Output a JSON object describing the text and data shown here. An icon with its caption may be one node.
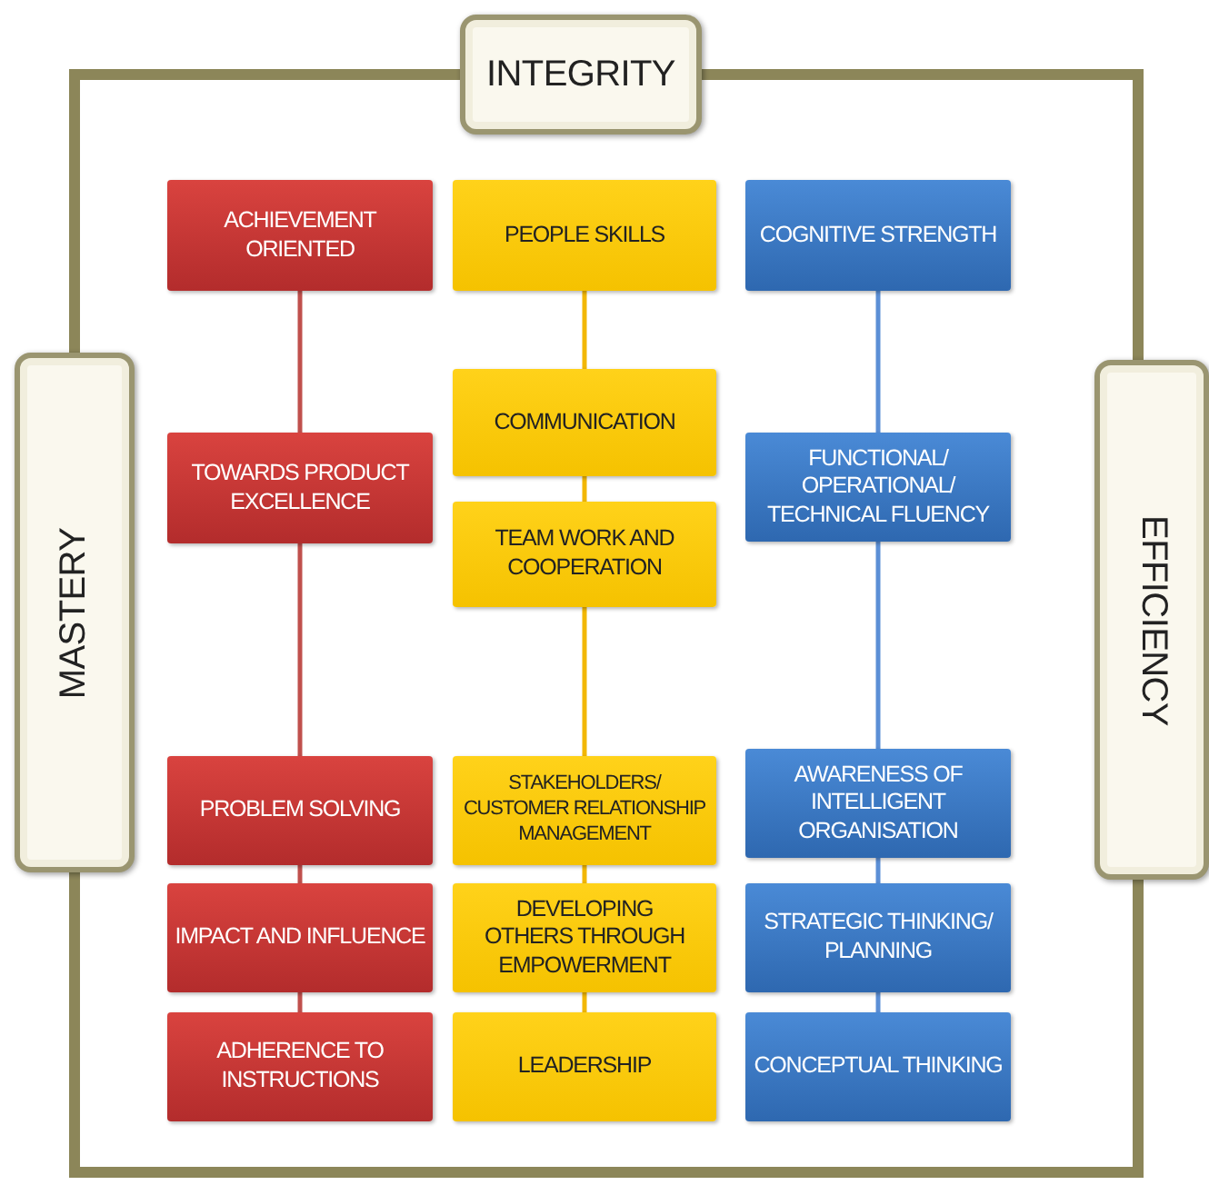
{
  "diagram": {
    "nodes": [
      {
        "text": [
          "INTEGRITY"
        ]
      },
      {
        "text": [
          "MASTERY"
        ]
      },
      {
        "text": [
          "EFFICIENCY"
        ]
      },
      {
        "text": [
          "ACHIEVEMENT ORIENTED"
        ]
      },
      {
        "text": [
          "PEOPLE SKILLS"
        ]
      },
      {
        "text": [
          "COGNITIVE STRENGTH"
        ]
      },
      {
        "text": [
          "COMMUNICATION"
        ]
      },
      {
        "text": [
          "TOWARDS PRODUCT EXCELLENCE"
        ]
      },
      {
        "text": [
          "FUNCTIONAL/ OPERATIONAL/ TECHNICAL FLUENCY"
        ]
      },
      {
        "text": [
          "TEAM WORK AND COOPERATION"
        ]
      },
      {
        "text": [
          "PROBLEM SOLVING"
        ]
      },
      {
        "text": [
          "STAKEHOLDERS/ CUSTOMER RELATIONSHIP MANAGEMENT"
        ]
      },
      {
        "text": [
          "AWARENESS OF INTELLIGENT ORGANISATION"
        ]
      },
      {
        "text": [
          "IMPACT AND INFLUENCE"
        ]
      },
      {
        "text": [
          "DEVELOPING OTHERS THROUGH EMPOWERMENT"
        ]
      },
      {
        "text": [
          "STRATEGIC THINKING/ PLANNING"
        ]
      },
      {
        "text": [
          "ADHERENCE TO INSTRUCTIONS"
        ]
      },
      {
        "text": [
          "LEADERSHIP"
        ]
      },
      {
        "text": [
          "CONCEPTUAL THINKING"
        ]
      }
    ],
    "edges": [
      {
        "from": 3,
        "to": 7,
        "arrow": "none",
        "color": "#c0504d"
      },
      {
        "from": 7,
        "to": 10,
        "arrow": "none",
        "color": "#c0504d"
      },
      {
        "from": 10,
        "to": 13,
        "arrow": "none",
        "color": "#c0504d"
      },
      {
        "from": 13,
        "to": 16,
        "arrow": "none",
        "color": "#c0504d"
      },
      {
        "from": 4,
        "to": 6,
        "arrow": "none",
        "color": "#f2b705"
      },
      {
        "from": 6,
        "to": 9,
        "arrow": "none",
        "color": "#f2b705"
      },
      {
        "from": 9,
        "to": 11,
        "arrow": "none",
        "color": "#f2b705"
      },
      {
        "from": 11,
        "to": 14,
        "arrow": "none",
        "color": "#f2b705"
      },
      {
        "from": 14,
        "to": 17,
        "arrow": "none",
        "color": "#f2b705"
      },
      {
        "from": 5,
        "to": 8,
        "arrow": "none",
        "color": "#5b8fd6"
      },
      {
        "from": 8,
        "to": 12,
        "arrow": "none",
        "color": "#5b8fd6"
      },
      {
        "from": 12,
        "to": 15,
        "arrow": "none",
        "color": "#5b8fd6"
      },
      {
        "from": 15,
        "to": 18,
        "arrow": "none",
        "color": "#5b8fd6"
      }
    ]
  }
}
